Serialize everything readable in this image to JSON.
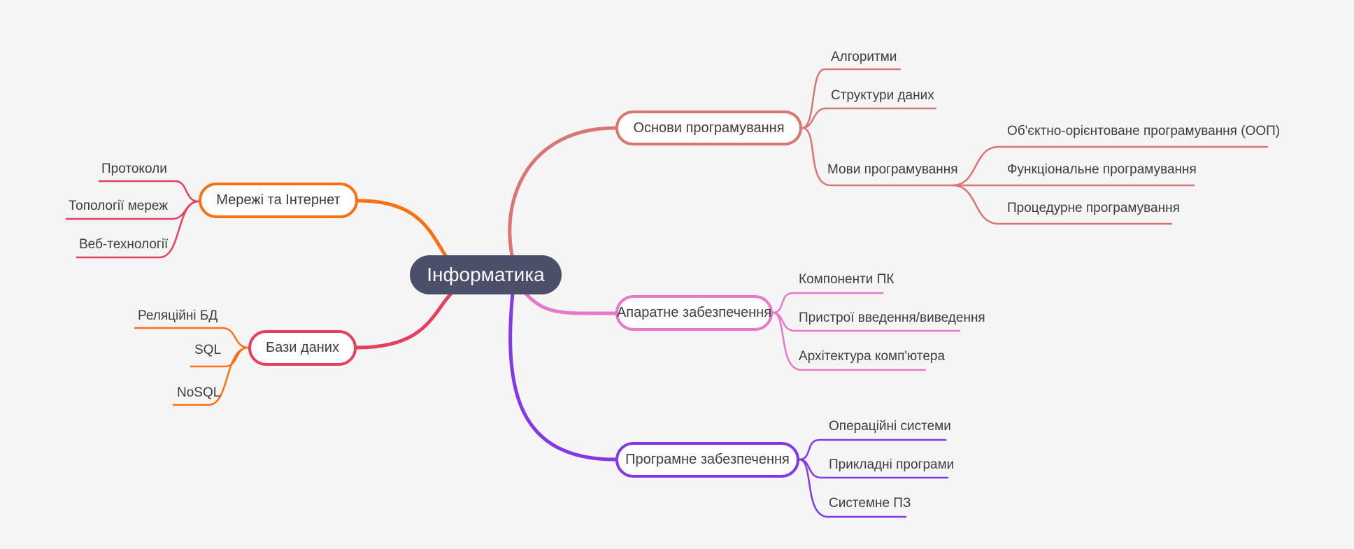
{
  "title": "Інформатика",
  "palette": {
    "background": "#f5f5f6",
    "root_fill": "#4c4f69",
    "root_text": "#fafafa",
    "label_text": "#3d3d3d",
    "node_fill": "#ffffff",
    "orange": "#f97115",
    "rose": "#e4415f",
    "salmon": "#d97673",
    "pink": "#e878c8",
    "purple": "#8438e8"
  },
  "root": {
    "label": "Інформатика"
  },
  "branches": [
    {
      "label": "Мережі та Інтернет",
      "color": "orange",
      "children_color": "rose",
      "children": [
        {
          "label": "Протоколи"
        },
        {
          "label": "Топології мереж"
        },
        {
          "label": "Веб-технології"
        }
      ]
    },
    {
      "label": "Бази даних",
      "color": "rose",
      "children_color": "orange",
      "children": [
        {
          "label": "Реляційні БД"
        },
        {
          "label": "SQL"
        },
        {
          "label": "NoSQL"
        }
      ]
    },
    {
      "label": "Основи програмування",
      "color": "salmon",
      "children_color": "salmon",
      "children": [
        {
          "label": "Алгоритми"
        },
        {
          "label": "Структури даних"
        },
        {
          "label": "Мови програмування",
          "children": [
            {
              "label": "Об'єктно-орієнтоване програмування (ООП)"
            },
            {
              "label": "Функціональне програмування"
            },
            {
              "label": "Процедурне програмування"
            }
          ]
        }
      ]
    },
    {
      "label": "Апаратне забезпечення",
      "color": "pink",
      "children_color": "pink",
      "children": [
        {
          "label": "Компоненти ПК"
        },
        {
          "label": "Пристрої введення/виведення"
        },
        {
          "label": "Архітектура комп'ютера"
        }
      ]
    },
    {
      "label": "Програмне забезпечення",
      "color": "purple",
      "children_color": "purple",
      "children": [
        {
          "label": "Операційні системи"
        },
        {
          "label": "Прикладні програми"
        },
        {
          "label": "Системне ПЗ"
        }
      ]
    }
  ]
}
